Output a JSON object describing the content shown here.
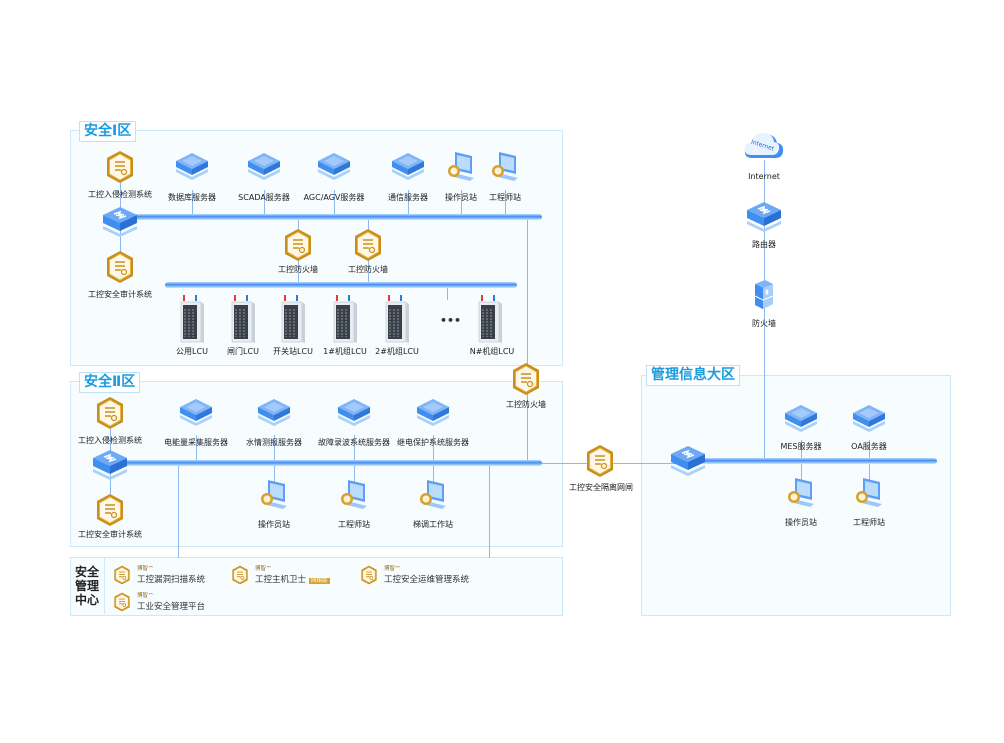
{
  "zones": {
    "zone1": "安全Ⅰ区",
    "zone2": "安全Ⅱ区",
    "mgmt_info": "管理信息大区",
    "mgmt_center": "安全管理中心"
  },
  "zone1": {
    "ids": "工控入侵检测系统",
    "audit": "工控安全审计系统",
    "servers": [
      "数据库服务器",
      "SCADA服务器",
      "AGC/AGV服务器",
      "通信服务器"
    ],
    "stations": [
      "操作员站",
      "工程师站"
    ],
    "firewalls": [
      "工控防火墙",
      "工控防火墙"
    ],
    "lcus": [
      "公用LCU",
      "闸门LCU",
      "开关站LCU",
      "1#机组LCU",
      "2#机组LCU",
      "N#机组LCU"
    ],
    "ellipsis": "•••"
  },
  "zone2": {
    "ids": "工控入侵检测系统",
    "audit": "工控安全审计系统",
    "servers": [
      "电能量采集服务器",
      "水情测报服务器",
      "故障录波系统服务器",
      "继电保护系统服务器"
    ],
    "stations": [
      "操作员站",
      "工程师站",
      "梯调工作站"
    ],
    "firewall": "工控防火墙"
  },
  "gateway": "工控安全隔离网闸",
  "mgmt_info": {
    "internet": "Internet",
    "router": "路由器",
    "firewall": "防火墙",
    "servers": [
      "MES服务器",
      "OA服务器"
    ],
    "stations": [
      "操作员站",
      "工程师站"
    ]
  },
  "mgmt_center": {
    "label_lines": [
      "安全",
      "管理",
      "中心"
    ],
    "brand": "博智™",
    "items": [
      "工控漏洞扫描系统",
      "工控主机卫士",
      "工控安全运维管理系统",
      "工业安全管理平台"
    ],
    "badge": "网络版"
  },
  "colors": {
    "accent": "#1a9be0",
    "gold": "#d6a22d",
    "blue": "#3f8ef0"
  }
}
